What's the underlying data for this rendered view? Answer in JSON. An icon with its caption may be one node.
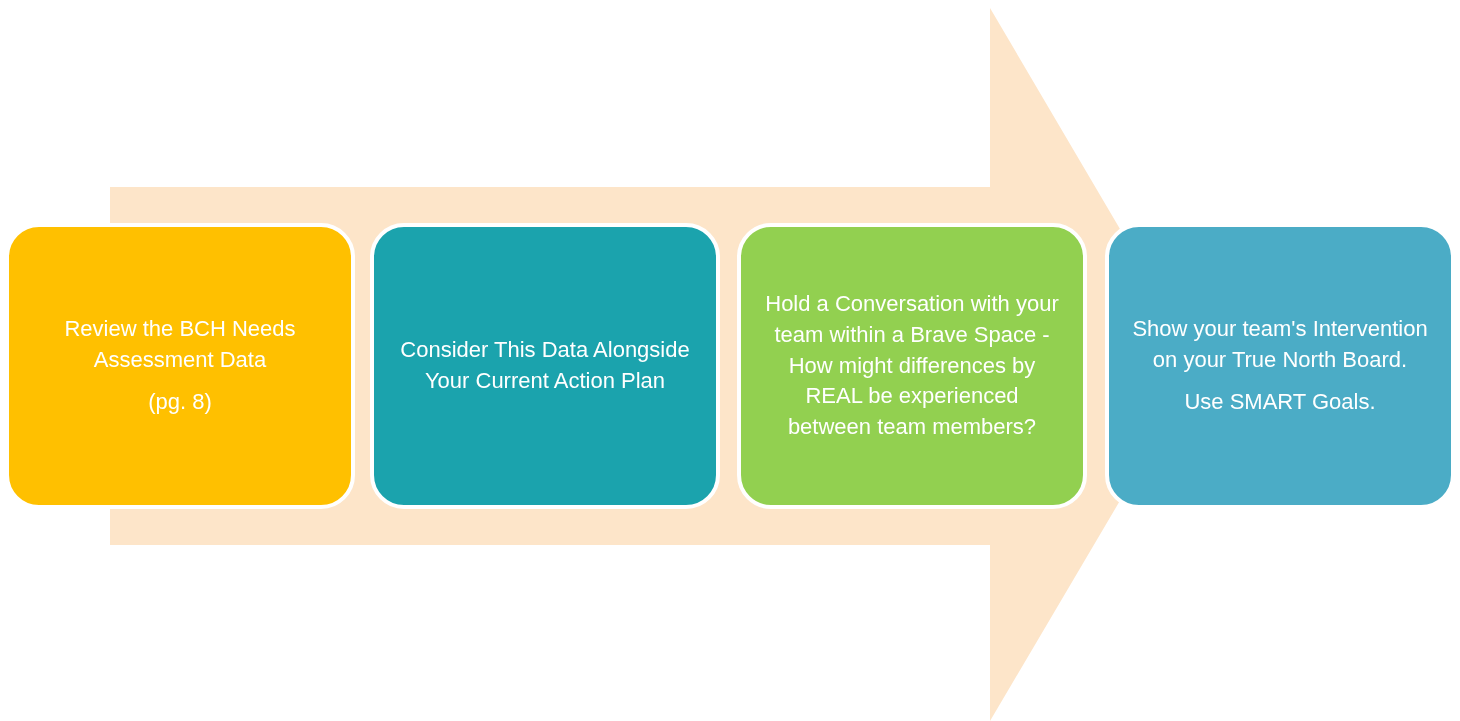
{
  "diagram": {
    "nodes": [
      {
        "text": [
          "Review the BCH Needs Assessment Data",
          "(pg. 8)"
        ]
      },
      {
        "text": [
          "Consider This Data Alongside Your Current Action Plan"
        ]
      },
      {
        "text": [
          "Hold a Conversation with your team within a Brave Space - How might differences by REAL be experienced between team members?"
        ]
      },
      {
        "text": [
          "Show your team's Intervention on your True North Board.",
          "Use SMART Goals."
        ]
      }
    ],
    "edges": [
      {
        "from": 0,
        "to": 3,
        "arrow": "to"
      }
    ]
  }
}
